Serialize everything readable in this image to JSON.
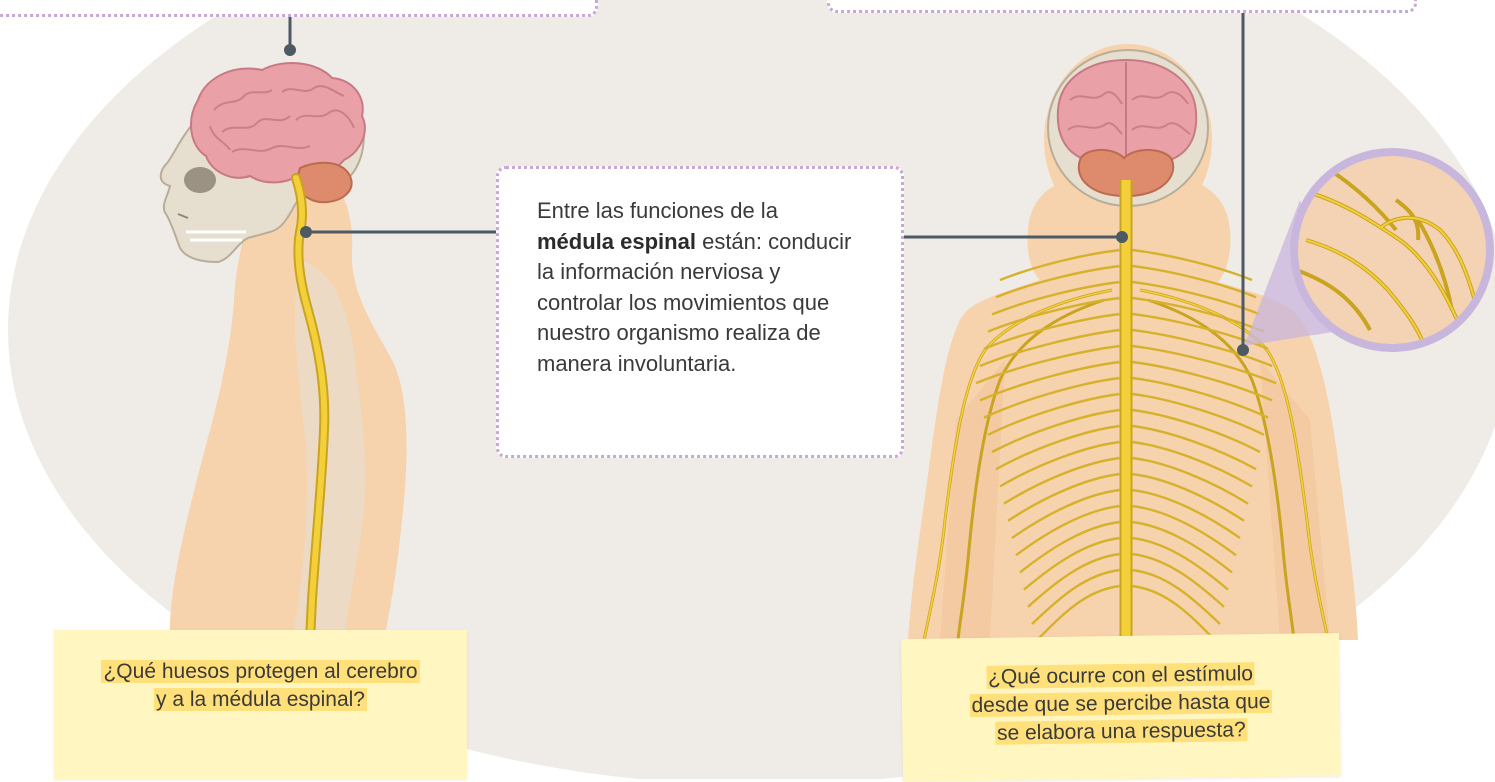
{
  "colors": {
    "background_circle": "#efebe6",
    "skin": "#f7d3ad",
    "skin_dark": "#f1c399",
    "brain": "#e9a0a6",
    "cerebellum": "#de8a6c",
    "bone": "#e6dfcf",
    "nerve": "#f3cf3a",
    "nerve_outline": "#c9a421",
    "dotted_border": "#c9a6d4",
    "callout_line": "#4e5a63",
    "note_bg": "#fff6c2",
    "note_highlight": "#ffe07a",
    "zoom_circle": "#c9b6dd"
  },
  "icons": {
    "left_figure": "side-view-head-and-spine",
    "right_figure": "back-view-nervous-system",
    "magnifier": "zoomed-nerves-circle"
  },
  "info_box": {
    "text_before": "Entre las funciones de la",
    "bold": "médula espinal",
    "text_after": "están: conducir la información nerviosa y controlar los movimientos que nuestro organismo realiza de manera involuntaria."
  },
  "notes": {
    "left": {
      "line1": "¿Qué huesos protegen al cerebro",
      "line2": "y a la médula espinal?"
    },
    "right": {
      "line1": "¿Qué ocurre con el estímulo",
      "line2": "desde que se percibe hasta que",
      "line3": "se elabora una respuesta?"
    }
  }
}
